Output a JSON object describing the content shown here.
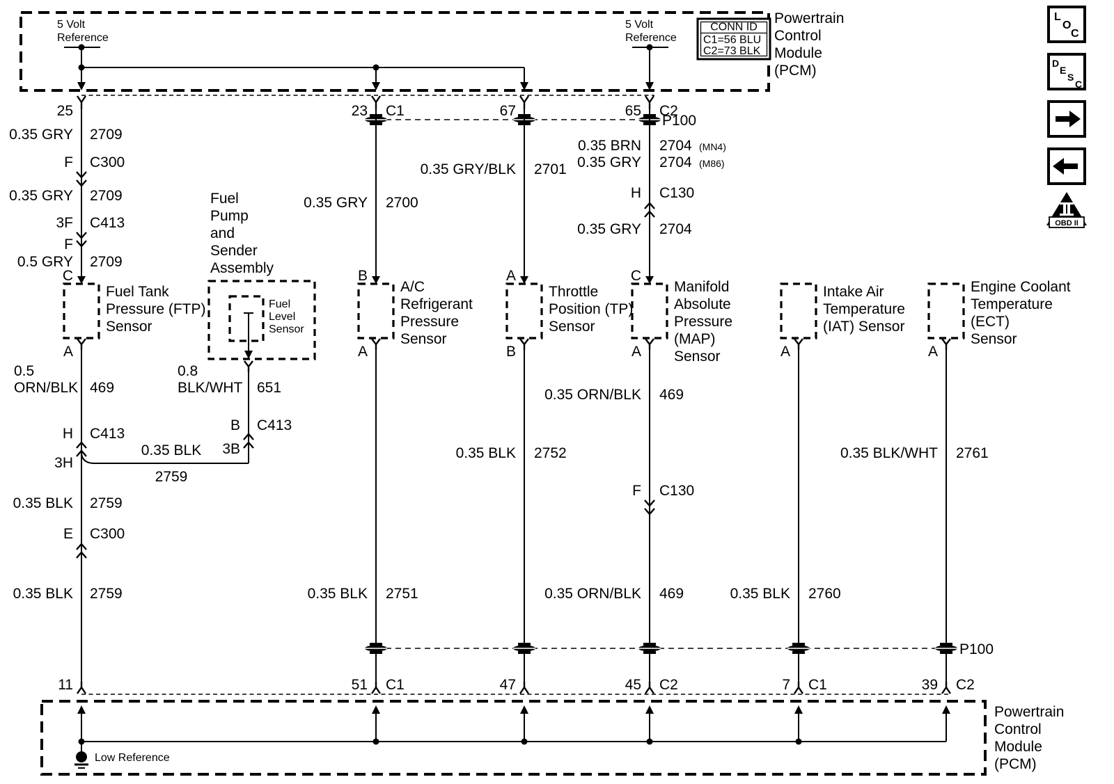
{
  "colors": {
    "ink": "#000000",
    "background": "#ffffff"
  },
  "pcm_top": {
    "title_lines": [
      "Powertrain",
      "Control",
      "Module",
      "(PCM)"
    ],
    "conn_id": {
      "header": "CONN ID",
      "row1": "C1=56 BLU",
      "row2": "C2=73 BLK"
    },
    "ref_left": {
      "line1": "5 Volt",
      "line2": "Reference"
    },
    "ref_right": {
      "line1": "5 Volt",
      "line2": "Reference"
    },
    "pins": {
      "p25": "25",
      "p23": "23",
      "p23_conn": "C1",
      "p67": "67",
      "p65": "65",
      "p65_conn": "C2"
    },
    "splice_label": "P100"
  },
  "pcm_bottom": {
    "title_lines": [
      "Powertrain",
      "Control",
      "Module",
      "(PCM)"
    ],
    "low_reference": "Low Reference",
    "pins": {
      "p11": "11",
      "p51": "51",
      "p51_conn": "C1",
      "p47": "47",
      "p45": "45",
      "p45_conn": "C2",
      "p7": "7",
      "p7_conn": "C1",
      "p39": "39",
      "p39_conn": "C2"
    },
    "splice_label": "P100"
  },
  "sensors": {
    "ftp": {
      "lines": [
        "Fuel Tank",
        "Pressure (FTP)",
        "Sensor"
      ],
      "pin_top": "C",
      "pin_bottom": "A"
    },
    "fuel_pump_assembly": {
      "lines": [
        "Fuel",
        "Pump",
        "and",
        "Sender",
        "Assembly"
      ]
    },
    "fuel_level": {
      "lines": [
        "Fuel",
        "Level",
        "Sensor"
      ]
    },
    "ac": {
      "lines": [
        "A/C",
        "Refrigerant",
        "Pressure",
        "Sensor"
      ],
      "pin_top": "B",
      "pin_bottom": "A"
    },
    "tp": {
      "lines": [
        "Throttle",
        "Position (TP)",
        "Sensor"
      ],
      "pin_top": "A",
      "pin_bottom": "B"
    },
    "map": {
      "lines": [
        "Manifold",
        "Absolute",
        "Pressure",
        "(MAP)",
        "Sensor"
      ],
      "pin_top": "C",
      "pin_bottom": "A"
    },
    "iat": {
      "lines": [
        "Intake Air",
        "Temperature",
        "(IAT) Sensor"
      ],
      "pin_bottom": "A"
    },
    "ect": {
      "lines": [
        "Engine Coolant",
        "Temperature",
        "(ECT)",
        "Sensor"
      ],
      "pin_bottom": "A"
    }
  },
  "wires": {
    "ftp_seg1": {
      "spec": "0.35 GRY",
      "ckt": "2709"
    },
    "c300_top": {
      "pin": "F",
      "conn": "C300"
    },
    "ftp_seg2": {
      "spec": "0.35 GRY",
      "ckt": "2709"
    },
    "c413_top": {
      "pin": "3F",
      "conn": "C413",
      "pin_below": "F"
    },
    "ftp_seg3": {
      "spec": "0.5 GRY",
      "ckt": "2709"
    },
    "ftp_ret1": {
      "spec1": "0.5",
      "spec2": "ORN/BLK",
      "ckt": "469"
    },
    "c413_h": {
      "pin": "H",
      "conn": "C413",
      "pin_below": "3H"
    },
    "branch": {
      "spec": "0.35 BLK",
      "ckt": "2759"
    },
    "fls_ret": {
      "spec1": "0.8",
      "spec2": "BLK/WHT",
      "ckt": "651"
    },
    "c413_b": {
      "pin": "B",
      "conn": "C413",
      "pin_below": "3B"
    },
    "ftp_ret2": {
      "spec": "0.35 BLK",
      "ckt": "2759"
    },
    "c300_e": {
      "pin": "E",
      "conn": "C300"
    },
    "ftp_ret3": {
      "spec": "0.35 BLK",
      "ckt": "2759"
    },
    "ac_feed": {
      "spec": "0.35 GRY",
      "ckt": "2700"
    },
    "ac_ret": {
      "spec": "0.35 BLK",
      "ckt": "2751"
    },
    "tp_feed": {
      "spec": "0.35 GRY/BLK",
      "ckt": "2701"
    },
    "tp_ret": {
      "spec": "0.35 BLK",
      "ckt": "2752"
    },
    "map_feed1a": {
      "spec": "0.35 BRN",
      "ckt": "2704",
      "note": "(MN4)"
    },
    "map_feed1b": {
      "spec": "0.35 GRY",
      "ckt": "2704",
      "note": "(M86)"
    },
    "c130_h": {
      "pin": "H",
      "conn": "C130"
    },
    "map_feed2": {
      "spec": "0.35 GRY",
      "ckt": "2704"
    },
    "map_ret1": {
      "spec": "0.35 ORN/BLK",
      "ckt": "469"
    },
    "c130_f": {
      "pin": "F",
      "conn": "C130"
    },
    "map_ret2": {
      "spec": "0.35 ORN/BLK",
      "ckt": "469"
    },
    "iat_ret": {
      "spec": "0.35 BLK",
      "ckt": "2760"
    },
    "ect_ret": {
      "spec": "0.35 BLK/WHT",
      "ckt": "2761"
    }
  },
  "sidebar": {
    "loc": [
      "L",
      "O",
      "C"
    ],
    "desc": [
      "D",
      "E",
      "S",
      "C"
    ],
    "obd_label": "OBD II"
  }
}
